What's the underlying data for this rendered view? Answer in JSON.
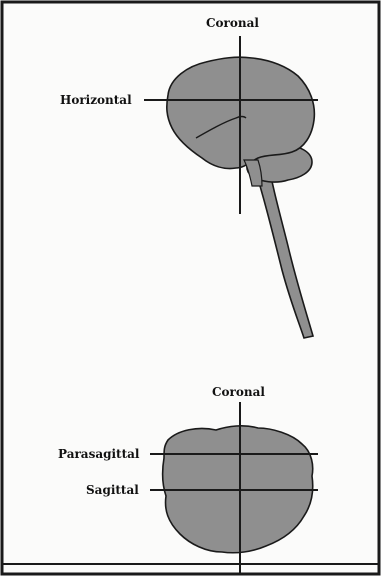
{
  "lateral_view": {
    "coronal_label": "Coronal",
    "horizontal_label": "Horizontal"
  },
  "top_view": {
    "coronal_label": "Coronal",
    "parasagittal_label": "Parasagittal",
    "sagittal_label": "Sagittal"
  },
  "colors": {
    "brain_fill": "#8f8f8f",
    "outline": "#1a1a1a",
    "background": "#fbfbfa"
  }
}
